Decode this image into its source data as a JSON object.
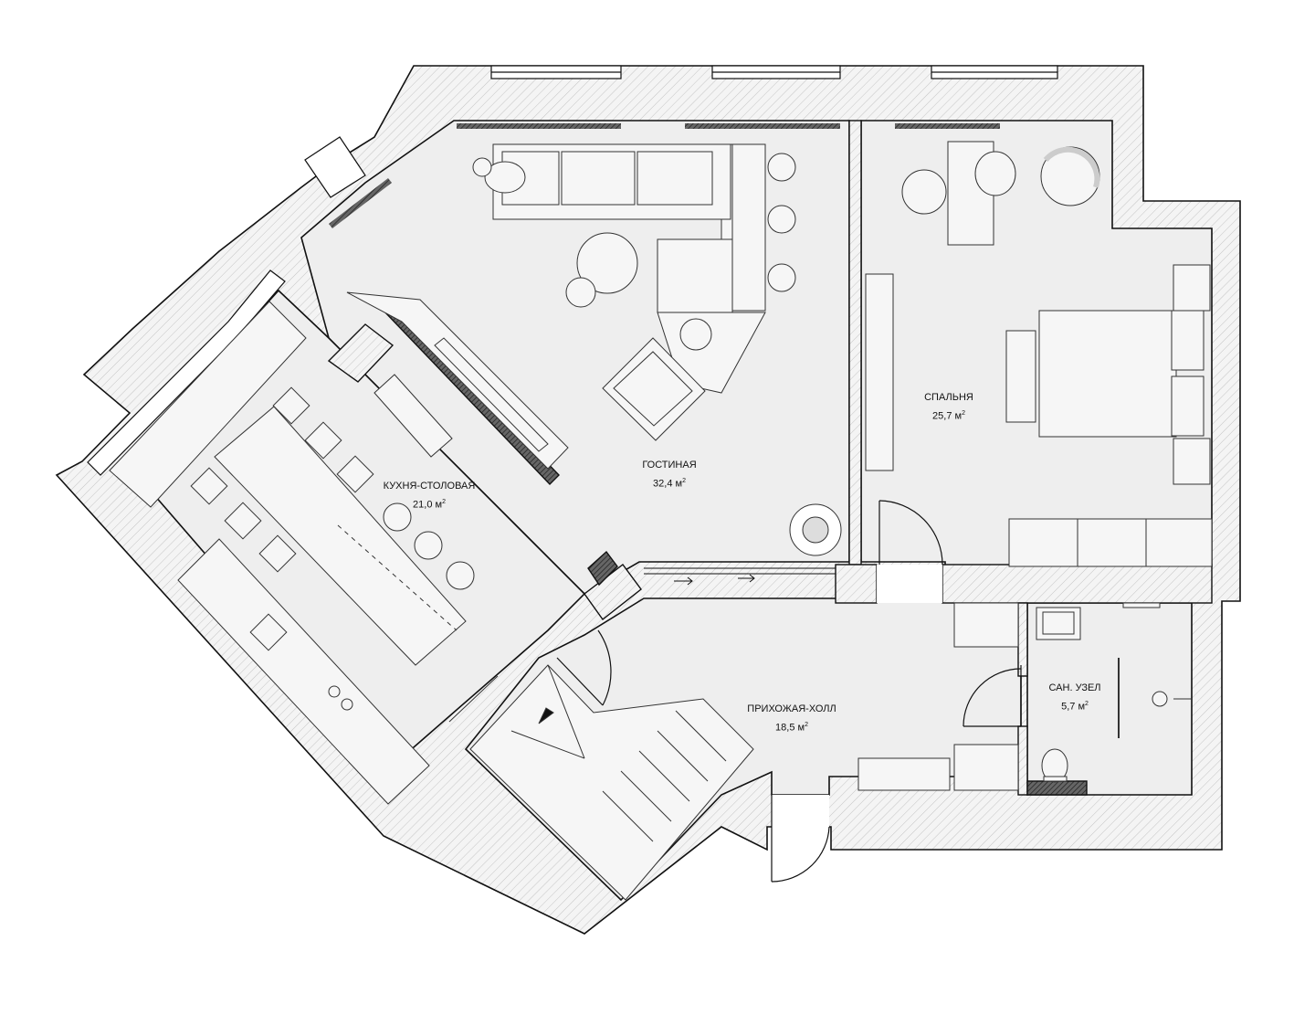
{
  "rooms": {
    "kitchen": {
      "name": "КУХНЯ-СТОЛОВАЯ",
      "area": "21,0",
      "unit": "м"
    },
    "living": {
      "name": "ГОСТИНАЯ",
      "area": "32,4",
      "unit": "м"
    },
    "bedroom": {
      "name": "СПАЛЬНЯ",
      "area": "25,7",
      "unit": "м"
    },
    "hall": {
      "name": "ПРИХОЖАЯ-ХОЛЛ",
      "area": "18,5",
      "unit": "м"
    },
    "bathroom": {
      "name": "САН. УЗЕЛ",
      "area": "5,7",
      "unit": "м"
    }
  },
  "area_exponent": "2",
  "colors": {
    "wall": "#f2f2f2",
    "floor": "#eeeeee",
    "line": "#111111",
    "hatch": "#bbbbbb",
    "paper": "#ffffff"
  }
}
